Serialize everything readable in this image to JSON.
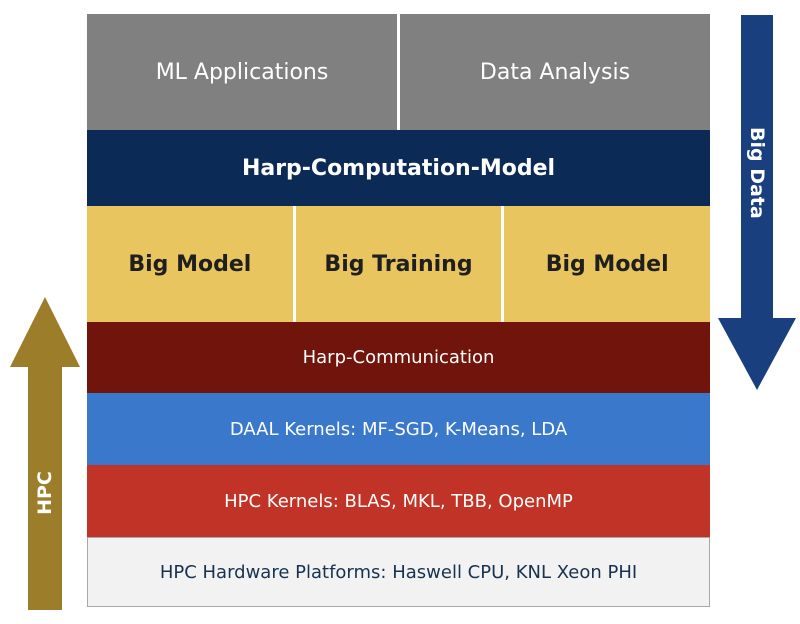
{
  "layers": {
    "applications": [
      "ML Applications",
      "Data Analysis"
    ],
    "computation_model": "Harp-Computation-Model",
    "big": [
      "Big Model",
      "Big Training",
      "Big Model"
    ],
    "communication": "Harp-Communication",
    "daal_kernels": "DAAL Kernels: MF-SGD, K-Means, LDA",
    "hpc_kernels": "HPC Kernels: BLAS, MKL, TBB, OpenMP",
    "hardware": "HPC Hardware Platforms: Haswell CPU, KNL Xeon PHI"
  },
  "arrows": {
    "big_data": {
      "label": "Big Data",
      "color": "#1a3f7e"
    },
    "hpc": {
      "label": "HPC",
      "color": "#9c7e2a"
    }
  }
}
